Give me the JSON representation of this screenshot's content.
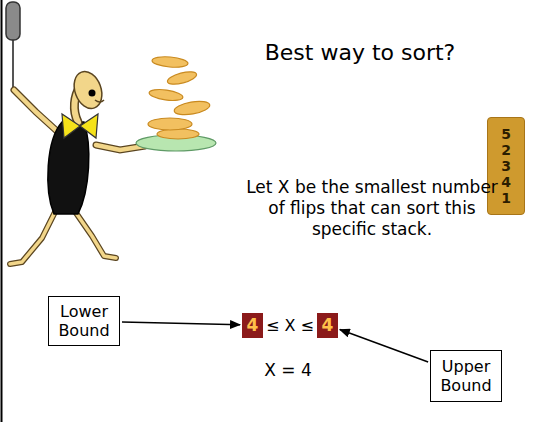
{
  "diagram": {
    "title": "Best way to sort?",
    "nodes": [
      {
        "text": [
          "5 2 3 4 1"
        ]
      },
      {
        "text": [
          "Lower Bound"
        ]
      },
      {
        "text": [
          "4"
        ]
      },
      {
        "text": [
          "4"
        ]
      },
      {
        "text": [
          "Upper Bound"
        ]
      }
    ],
    "edges": [
      {
        "from": 1,
        "to": 2,
        "arrow": "to"
      },
      {
        "from": 4,
        "to": 3,
        "arrow": "to"
      }
    ],
    "labels": [
      "Let X be the smallest number of flips that can sort this specific stack.",
      "≤ X ≤",
      "X = 4"
    ]
  }
}
